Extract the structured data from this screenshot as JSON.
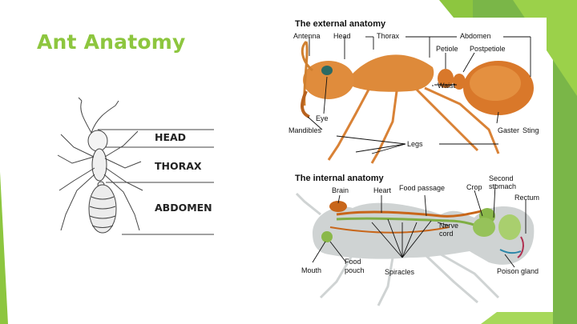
{
  "slide": {
    "title": "Ant Anatomy",
    "accent_color": "#8dc63f"
  },
  "left_figure": {
    "icon": "ant-drawing-icon",
    "labels": [
      "HEAD",
      "THORAX",
      "ABDOMEN"
    ]
  },
  "external": {
    "heading": "The external anatomy",
    "antenna": "Antenna",
    "head": "Head",
    "thorax": "Thorax",
    "abdomen": "Abdomen",
    "petiole": "Petiole",
    "postpetiole": "Postpetiole",
    "waist": "Waist",
    "eye": "Eye",
    "mandibles": "Mandibles",
    "legs": "Legs",
    "gaster": "Gaster",
    "sting": "Sting"
  },
  "internal": {
    "heading": "The internal anatomy",
    "brain": "Brain",
    "heart": "Heart",
    "food_passage": "Food passage",
    "crop": "Crop",
    "second_stomach_1": "Second",
    "second_stomach_2": "stomach",
    "rectum": "Rectum",
    "nerve_cord_1": "Nerve",
    "nerve_cord_2": "cord",
    "mouth": "Mouth",
    "food_pouch_1": "Food",
    "food_pouch_2": "pouch",
    "spiracles": "Spiracles",
    "poison_gland": "Poison gland"
  }
}
